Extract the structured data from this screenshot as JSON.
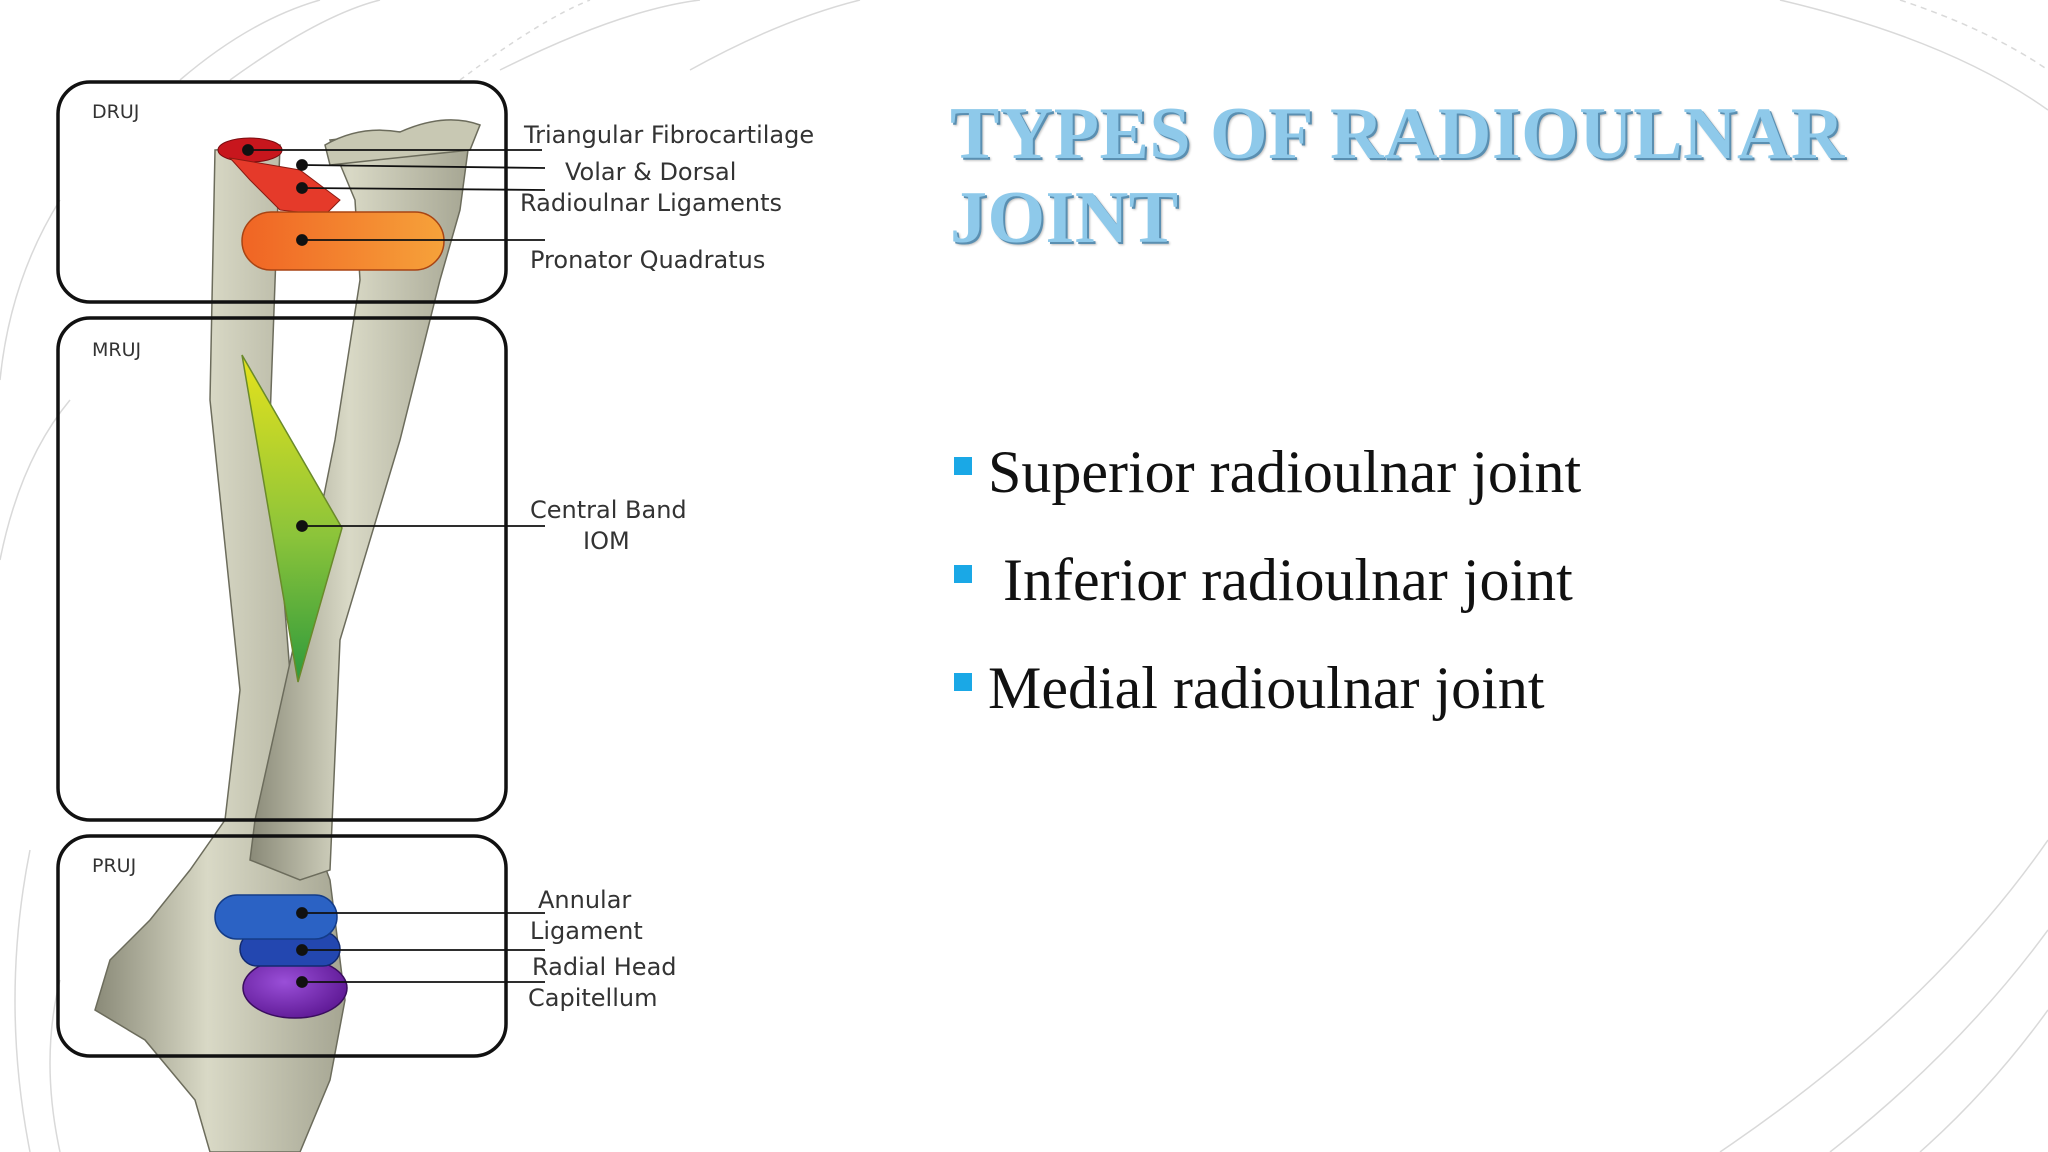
{
  "slide": {
    "title": "TYPES OF RADIOULNAR JOINT",
    "bullets": [
      {
        "text": "Superior radioulnar joint",
        "marker_icon": "square-bullet-icon"
      },
      {
        "text": " Inferior radioulnar joint",
        "marker_icon": "square-bullet-icon"
      },
      {
        "text": "Medial radioulnar joint",
        "marker_icon": "square-bullet-icon"
      }
    ],
    "colors": {
      "title": "#8ec9ea",
      "bullet": "#1aa8e6",
      "text": "#111111"
    }
  },
  "figure": {
    "boxes": {
      "druj": "DRUJ",
      "mruj": "MRUJ",
      "pruj": "PRUJ"
    },
    "labels": {
      "triangular_fibrocartilage": "Triangular Fibrocartilage",
      "volar_dorsal": "Volar & Dorsal",
      "radioulnar_ligaments": "Radioulnar Ligaments",
      "pronator_quadratus": "Pronator Quadratus",
      "central_band": "Central Band",
      "iom": "IOM",
      "annular": "Annular",
      "ligament": "Ligament",
      "radial_head": "Radial Head",
      "capitellum": "Capitellum"
    },
    "structure_colors": {
      "triangular_fibrocartilage": "#c8161d",
      "radioulnar_ligaments": "#e53a2a",
      "pronator_quadratus": "#f2762a",
      "central_band_top": "#e6e21c",
      "central_band_bottom": "#2e9a3c",
      "annular_ligament": "#2b62c4",
      "radial_head": "#2347b0",
      "capitellum": "#7a1fb0"
    }
  }
}
